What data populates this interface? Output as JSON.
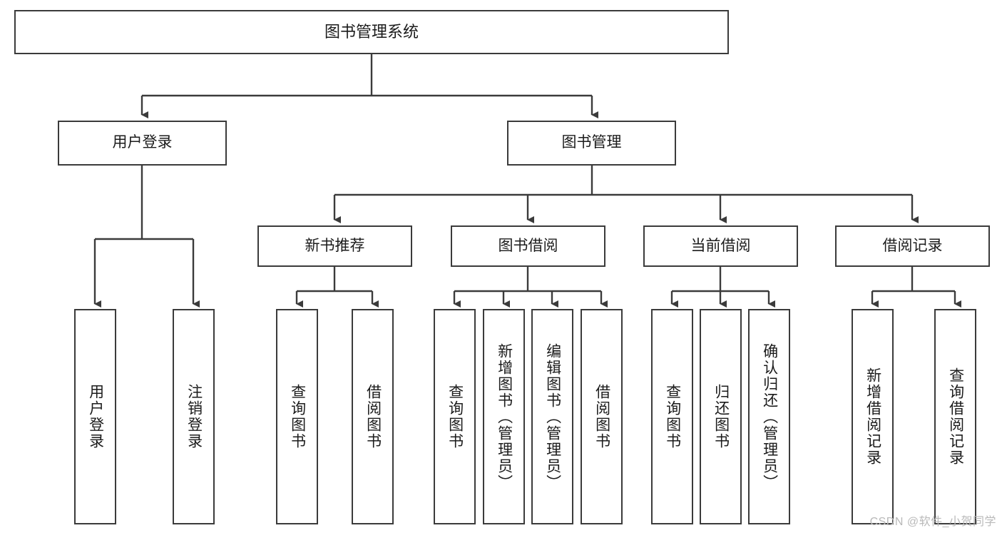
{
  "diagram": {
    "title": "图书管理系统",
    "type": "tree",
    "root": {
      "id": "root",
      "label": "图书管理系统"
    },
    "level2": [
      {
        "id": "user-login",
        "label": "用户登录"
      },
      {
        "id": "book-manage",
        "label": "图书管理"
      }
    ],
    "level3": [
      {
        "id": "new-book-rec",
        "label": "新书推荐"
      },
      {
        "id": "book-borrow",
        "label": "图书借阅"
      },
      {
        "id": "current-borrow",
        "label": "当前借阅"
      },
      {
        "id": "borrow-record",
        "label": "借阅记录"
      }
    ],
    "leaves": {
      "user_login": [
        {
          "id": "leaf-user-login",
          "label": "用户登录"
        },
        {
          "id": "leaf-logout",
          "label": "注销登录"
        }
      ],
      "new_book_rec": [
        {
          "id": "leaf-query-book-1",
          "label": "查询图书"
        },
        {
          "id": "leaf-borrow-book-1",
          "label": "借阅图书"
        }
      ],
      "book_borrow": [
        {
          "id": "leaf-query-book-2",
          "label": "查询图书"
        },
        {
          "id": "leaf-add-book",
          "label": "新增图书（管理员）"
        },
        {
          "id": "leaf-edit-book",
          "label": "编辑图书（管理员）"
        },
        {
          "id": "leaf-borrow-book-2",
          "label": "借阅图书"
        }
      ],
      "current_borrow": [
        {
          "id": "leaf-query-book-3",
          "label": "查询图书"
        },
        {
          "id": "leaf-return-book",
          "label": "归还图书"
        },
        {
          "id": "leaf-confirm-return",
          "label": "确认归还（管理员）"
        }
      ],
      "borrow_record": [
        {
          "id": "leaf-add-record",
          "label": "新增借阅记录"
        },
        {
          "id": "leaf-query-record",
          "label": "查询借阅记录"
        }
      ]
    },
    "colors": {
      "stroke": "#3b3b3b",
      "fill": "#ffffff",
      "text": "#1b1b1b",
      "watermark": "#b9b9b9"
    }
  },
  "watermark": {
    "text": "CSDN @软件_小贺同学"
  }
}
